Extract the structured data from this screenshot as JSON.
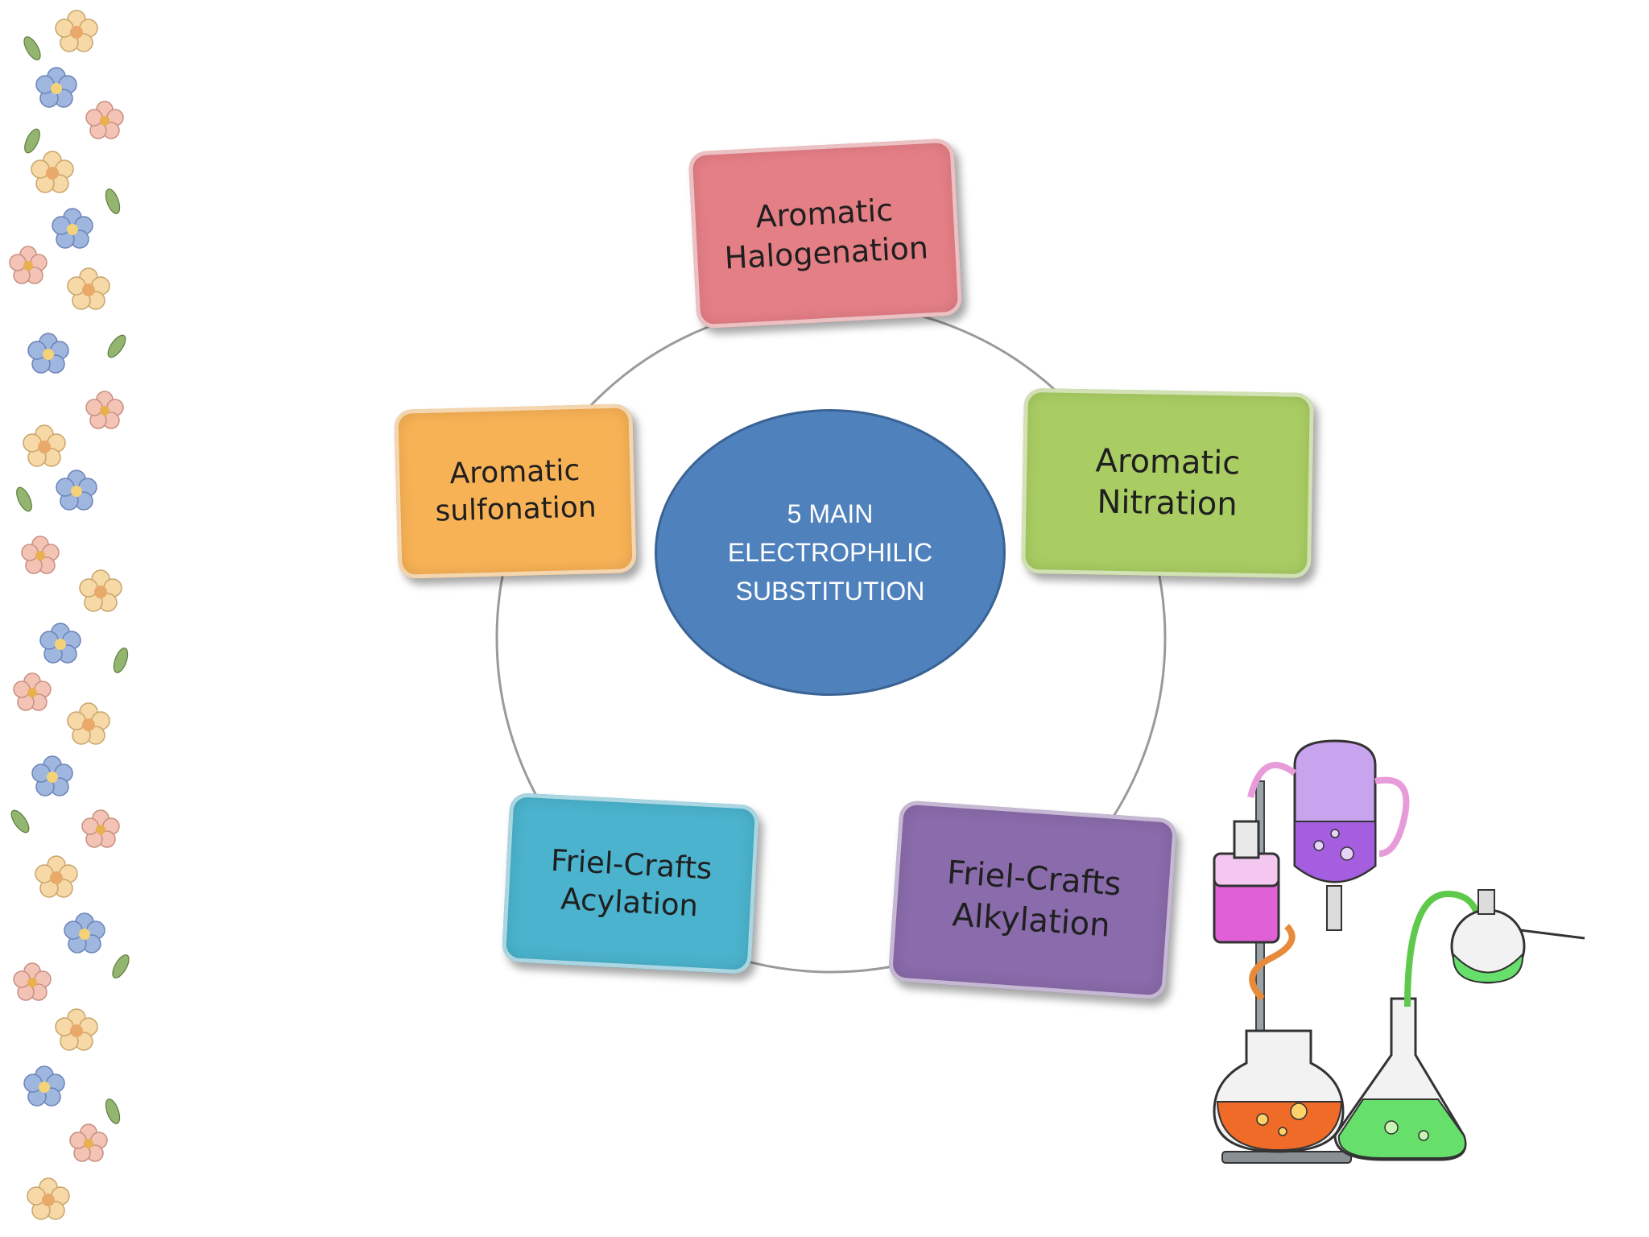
{
  "diagram": {
    "center": {
      "lines": [
        "5 MAIN",
        "ELECTROPHILIC",
        "SUBSTITUTION"
      ],
      "color": "#4f81bd"
    },
    "nodes": [
      {
        "id": "halogenation",
        "lines": [
          "Aromatic",
          "Halogenation"
        ],
        "color": "#e57f86"
      },
      {
        "id": "nitration",
        "lines": [
          "Aromatic",
          "Nitration"
        ],
        "color": "#a9cd63"
      },
      {
        "id": "alkylation",
        "lines": [
          "Friel-Crafts",
          "Alkylation"
        ],
        "color": "#8a6bab"
      },
      {
        "id": "acylation",
        "lines": [
          "Friel-Crafts",
          "Acylation"
        ],
        "color": "#4bb3cd"
      },
      {
        "id": "sulfonation",
        "lines": [
          "Aromatic",
          "sulfonation"
        ],
        "color": "#f8b256"
      }
    ]
  },
  "decorations": {
    "left_border": "floral-border",
    "bottom_right": "chemistry-lab-apparatus-illustration"
  }
}
